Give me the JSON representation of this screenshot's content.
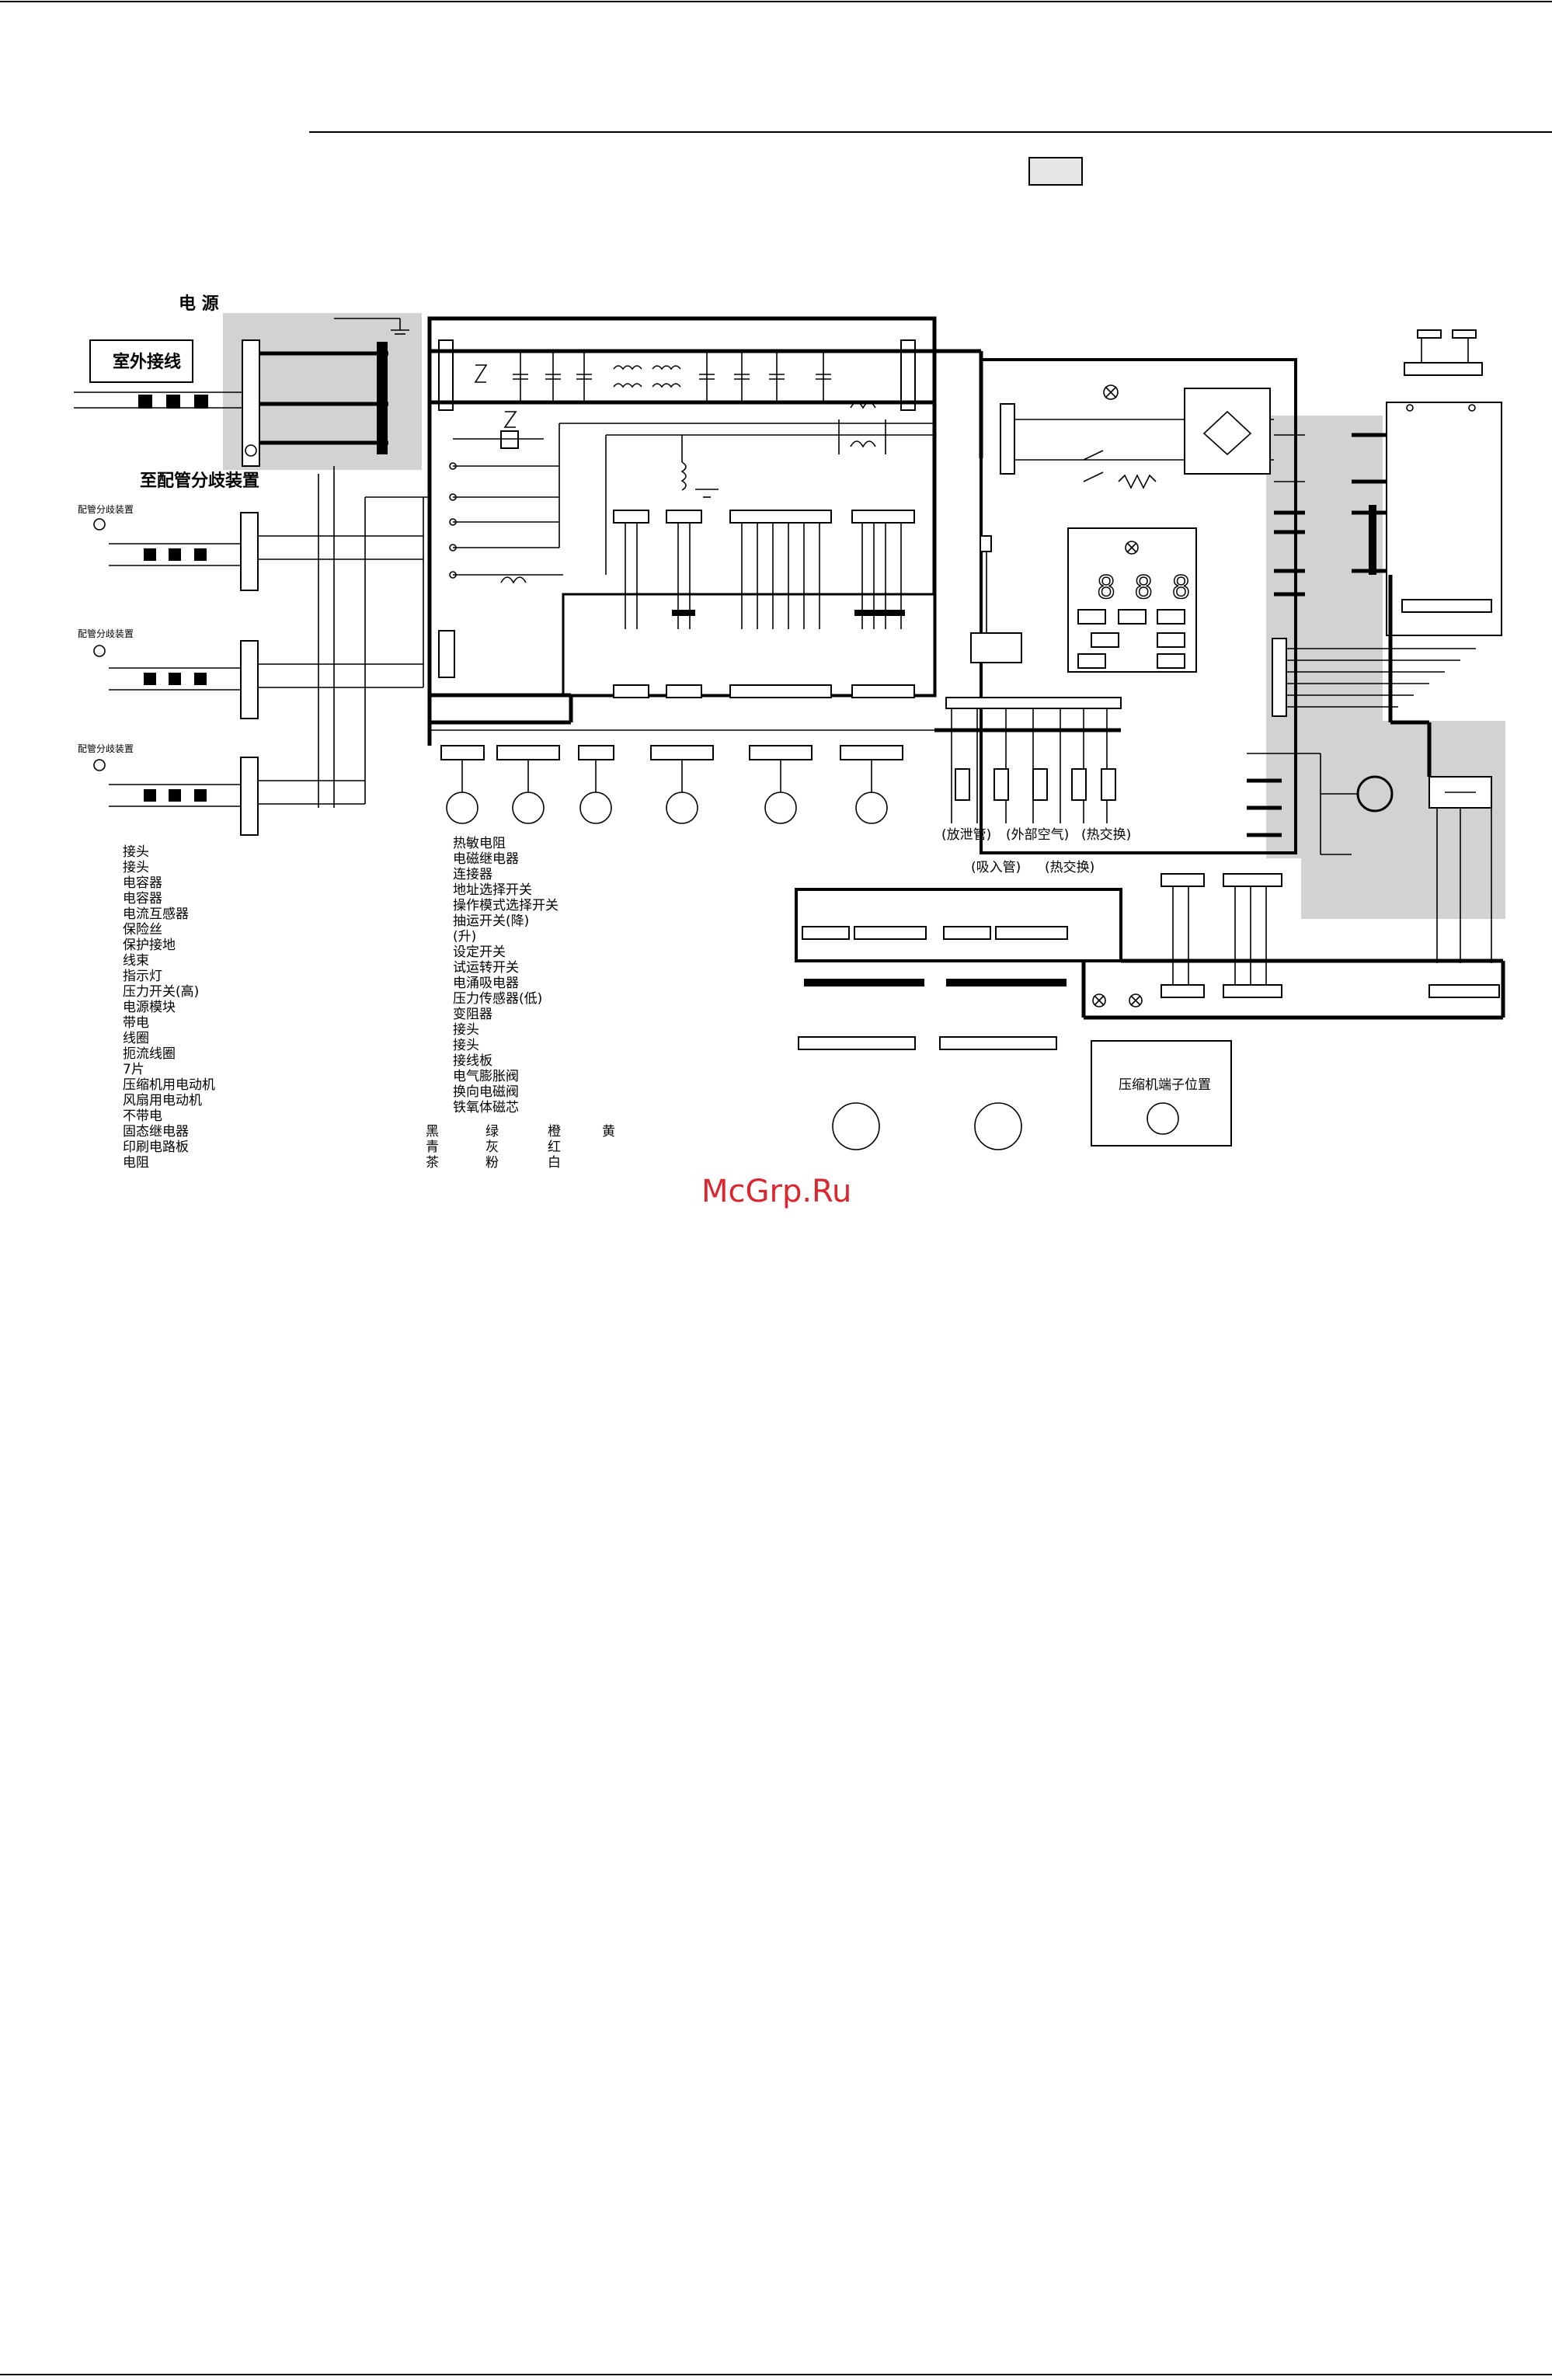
{
  "power_label": "电 源",
  "outdoor_wiring_label": "室外接线",
  "to_branch_label": "至配管分歧装置",
  "branch_unit_label": "配管分歧装置",
  "compressor_terminal_label": "压缩机端子位置",
  "watermark": "McGrp.Ru",
  "thermistor_labels": [
    "(放泄管)",
    "(外部空气)",
    "(热交换)",
    "(吸入管)",
    "(热交换)"
  ],
  "legend_left": [
    "接头",
    "接头",
    "电容器",
    "电容器",
    "电流互感器",
    "保险丝",
    "保护接地",
    "线束",
    "指示灯",
    "压力开关(高)",
    "电源模块",
    "带电",
    "线圈",
    "扼流线圈",
    "7片",
    "压缩机用电动机",
    "风扇用电动机",
    "不带电",
    "固态继电器",
    "印刷电路板",
    "电阻"
  ],
  "legend_mid": [
    "热敏电阻",
    "电磁继电器",
    "连接器",
    "地址选择开关",
    "操作模式选择开关",
    "抽运开关(降)",
    "(升)",
    "设定开关",
    "试运转开关",
    "电涌吸电器",
    "压力传感器(低)",
    "变阻器",
    "接头",
    "接头",
    "接线板",
    "电气膨胀阀",
    "换向电磁阀",
    "铁氧体磁芯"
  ],
  "wire_colors": [
    "黑",
    "绿",
    "橙",
    "黄",
    "青",
    "灰",
    "红",
    "茶",
    "粉",
    "白"
  ],
  "display_digits": "8 8 8"
}
